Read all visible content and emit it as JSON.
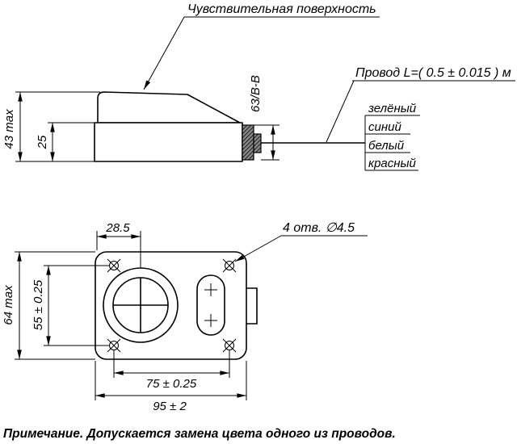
{
  "callouts": {
    "sensitive_surface": "Чувствительная поверхность",
    "wire": "Провод L=( 0.5 ± 0.015 ) м",
    "holes": "4 отв. ∅4.5"
  },
  "wire_colors": {
    "green": "зелёный",
    "blue": "синий",
    "white": "белый",
    "red": "красный"
  },
  "dimensions": {
    "side_total_height": "43 max",
    "side_body_height": "25",
    "gland_section": "63/В-В",
    "center_offset": "28.5",
    "front_total_height": "64 max",
    "hole_spacing_vertical": "55 ± 0.25",
    "hole_spacing_horizontal": "75 ± 0.25",
    "front_total_width": "95 ± 2"
  },
  "note": "Примечание. Допускается замена цвета одного из проводов."
}
